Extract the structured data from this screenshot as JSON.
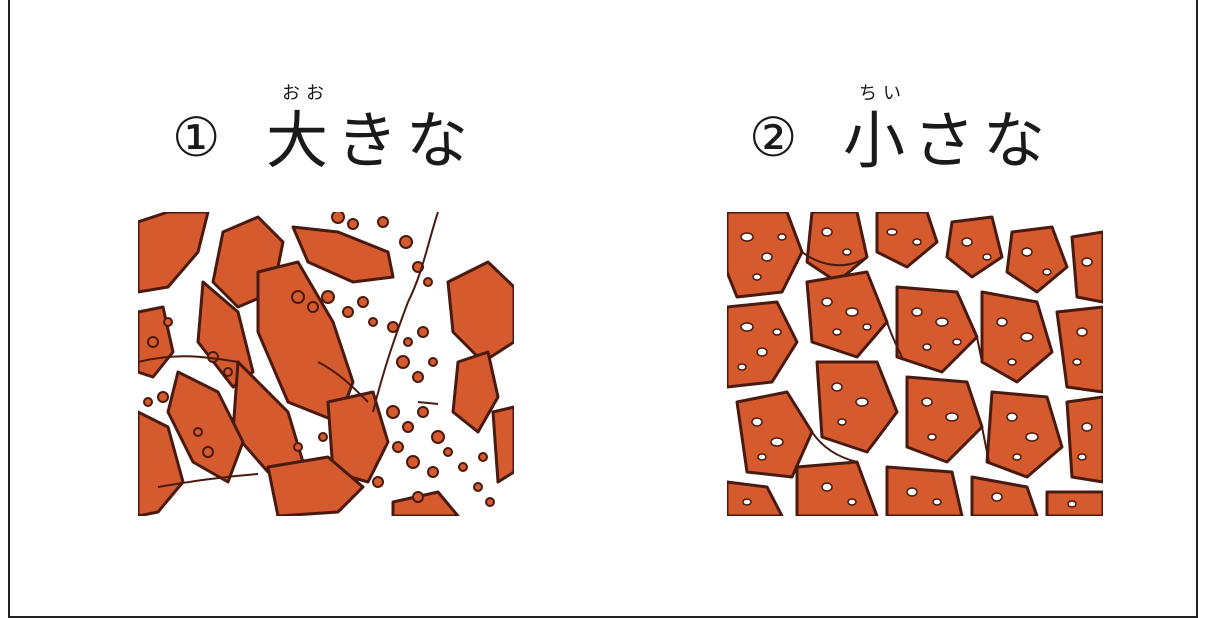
{
  "options": [
    {
      "number": "①",
      "word": "大きな",
      "ruby": "おお",
      "image_label": "large-grains"
    },
    {
      "number": "②",
      "word": "小さな",
      "ruby": "ちい",
      "image_label": "small-grains"
    }
  ],
  "colors": {
    "grain_fill": "#d55a2e",
    "outline": "#4a1a10",
    "background": "#ffffff",
    "text": "#1a1a1a"
  }
}
